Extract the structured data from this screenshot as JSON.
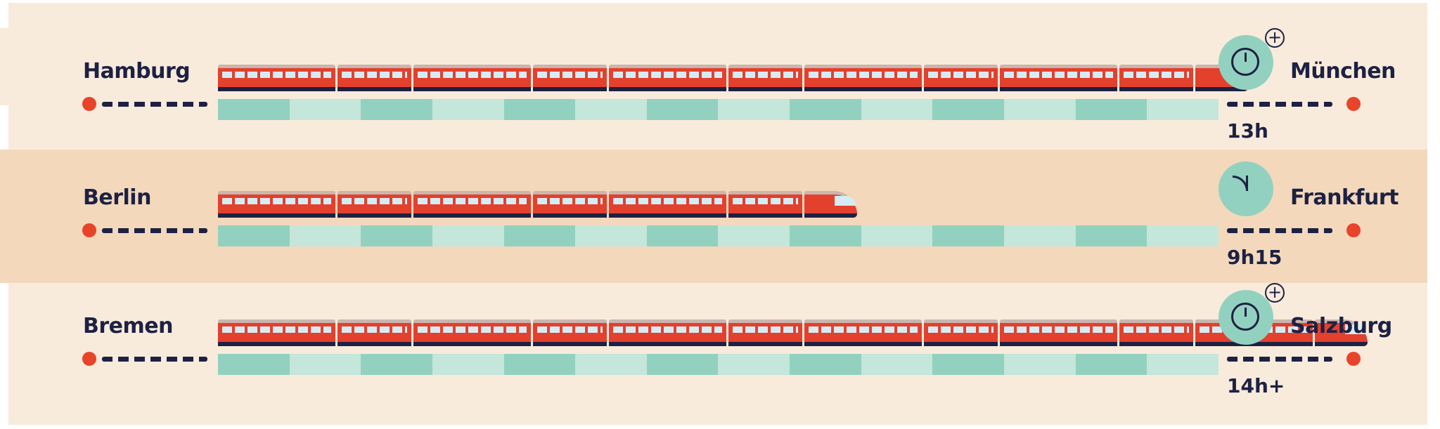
{
  "routes": [
    {
      "from": "Hamburg",
      "to": "München",
      "duration": "13h",
      "icon": "clock-plus-icon",
      "cars": 10,
      "bar_segments": 14
    },
    {
      "from": "Berlin",
      "to": "Frankfurt",
      "duration": "9h15",
      "icon": "clock-quarter-icon",
      "cars": 6,
      "bar_segments": 14
    },
    {
      "from": "Bremen",
      "to": "Salzburg",
      "duration": "14h+",
      "icon": "clock-plus-icon",
      "cars": 11,
      "bar_segments": 14
    }
  ],
  "plus_symbol": "+",
  "colors": {
    "bg_light": "#f8ebdc",
    "bg_dark": "#f3d8bc",
    "accent": "#e8442a",
    "text": "#1d2142",
    "bar_dark": "#92d1bf",
    "bar_light": "#c5e6da",
    "train": "#e3402e"
  }
}
